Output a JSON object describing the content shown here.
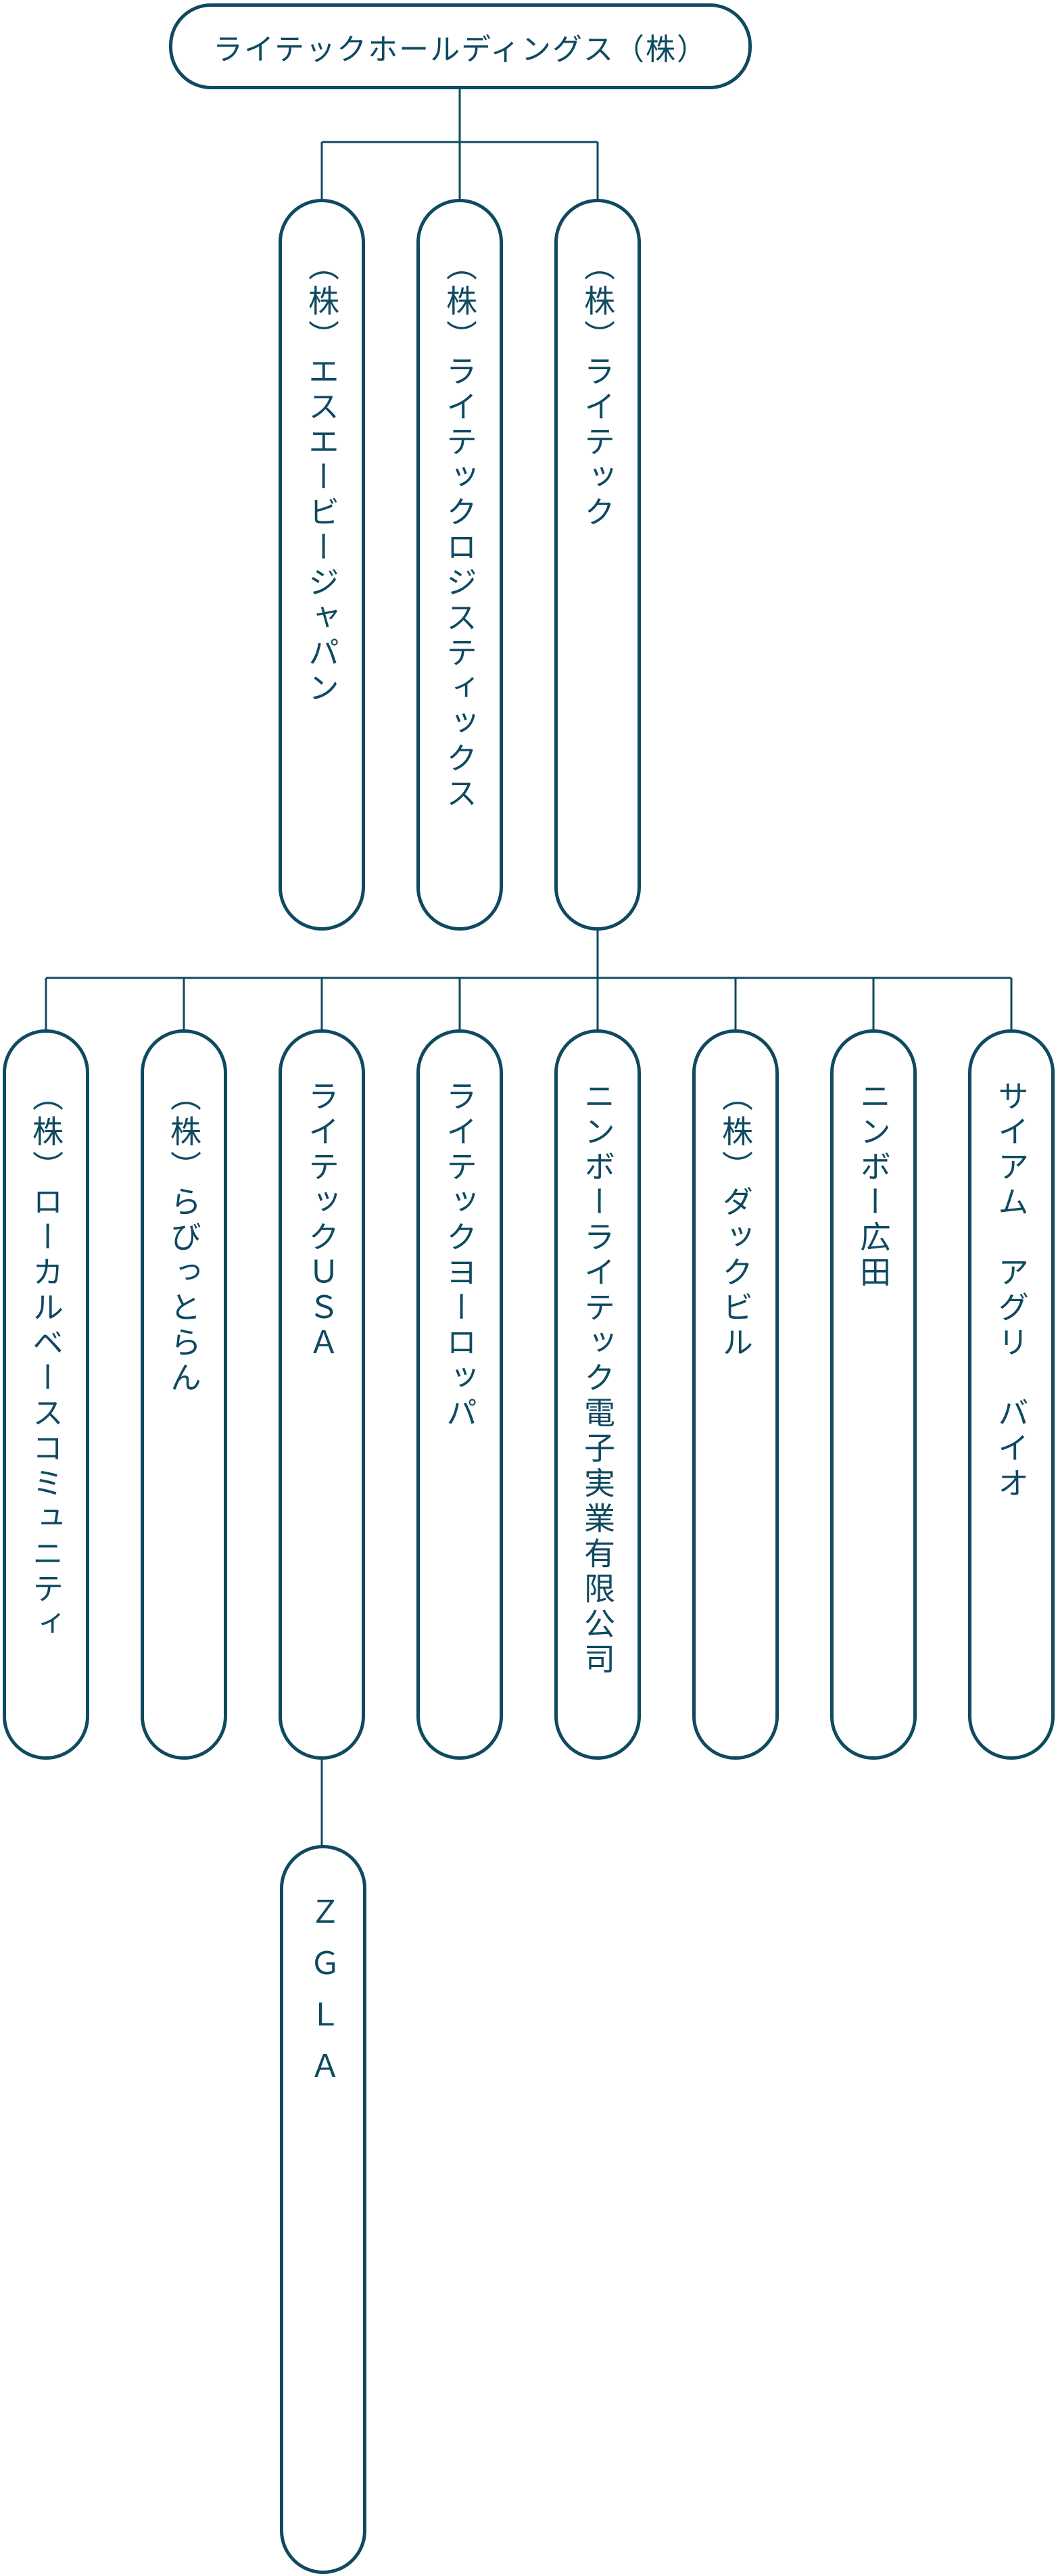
{
  "colors": {
    "line": "#0f4a61",
    "text": "#0f4a61",
    "background": "#ffffff"
  },
  "diagram": {
    "root": {
      "label": "ライテックホールディングス（株）"
    },
    "level1": [
      {
        "label": "（株）エスエービージャパン"
      },
      {
        "label": "（株）ライテックロジスティックス"
      },
      {
        "label": "（株）ライテック"
      }
    ],
    "level2": [
      {
        "label": "（株）ローカルベースコミュニティ"
      },
      {
        "label": "（株）らびっとらん"
      },
      {
        "label": "ライテックＵＳＡ"
      },
      {
        "label": "ライテックヨーロッパ"
      },
      {
        "label": "ニンボーライテック電子実業有限公司"
      },
      {
        "label": "（株）ダックビル"
      },
      {
        "label": "ニンボー広田"
      },
      {
        "label": "サイアム　アグリ　バイオ"
      }
    ],
    "level3": [
      {
        "label": "ＺＧＬＡ"
      }
    ]
  }
}
